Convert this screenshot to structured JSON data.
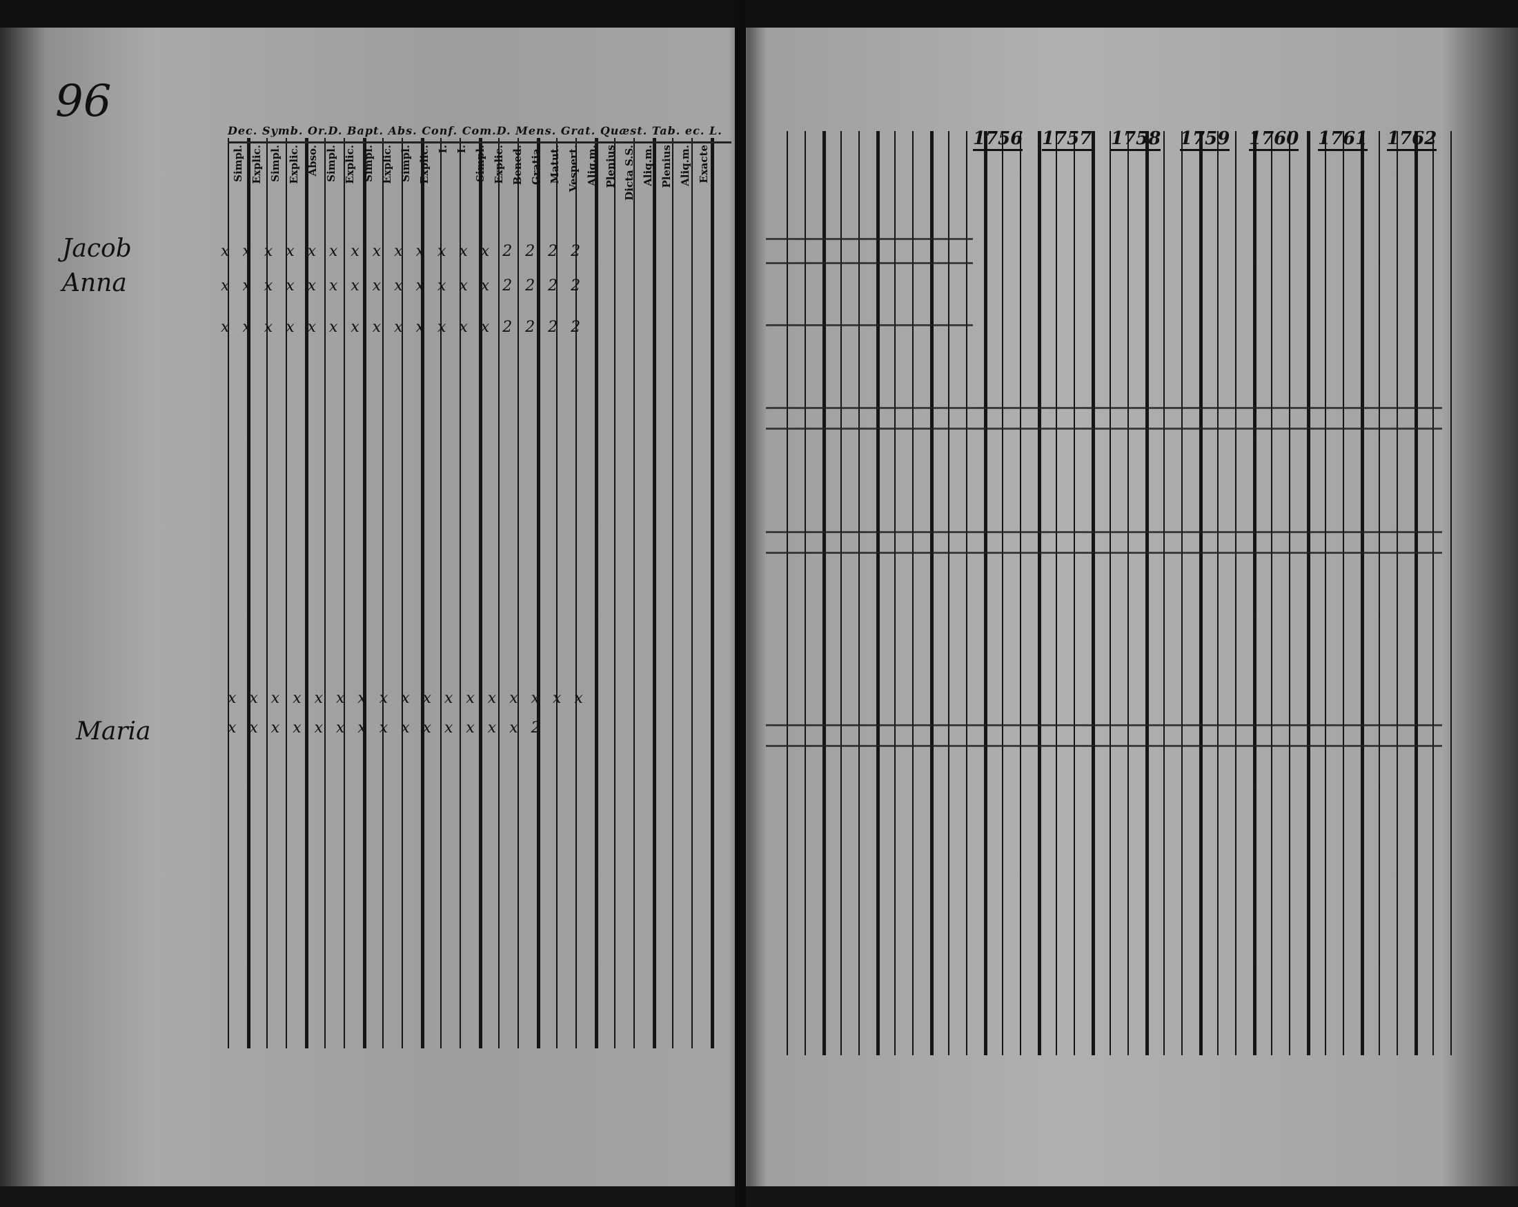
{
  "page_number": "96",
  "left_page": {
    "header_text": "Dec. Symb. Or.D. Bapt. Abs. Conf. Com.D. Mens. Grat. Quæst. Tab. ec. L.",
    "column_subheaders": [
      "Simpl.",
      "Explic.",
      "Simpl.",
      "Explic.",
      "Abso.",
      "Simpl.",
      "Explic.",
      "Simpl.",
      "Explic.",
      "Simpl.",
      "Explic.",
      "I.",
      "I.",
      "Simpl.",
      "Explic.",
      "Bened.",
      "Gratia.",
      "Matut.",
      "Vespert.",
      "Aliq.m.",
      "Plenius",
      "Dicta S.S.",
      "Aliq.m.",
      "Plenius",
      "Aliq.m.",
      "Exacte"
    ],
    "names": [
      "Jacob",
      "Anna",
      "Maria"
    ],
    "row_marks": [
      "x x x x  x x  x x  x x x  x x  2 2 2 2",
      "x x x x  x x  x x  x x x  x x  2 2 2 2",
      "x x x x  x x  x x  x x x  x x  2 2 2 2",
      "x x x x  x x  x x  x x x  x x  x x  x x",
      "x x x x  x x  x x  x x x  x x  x 2"
    ]
  },
  "right_page": {
    "years": [
      "1756",
      "1757",
      "1758",
      "1759",
      "1760",
      "1761",
      "1762"
    ]
  }
}
